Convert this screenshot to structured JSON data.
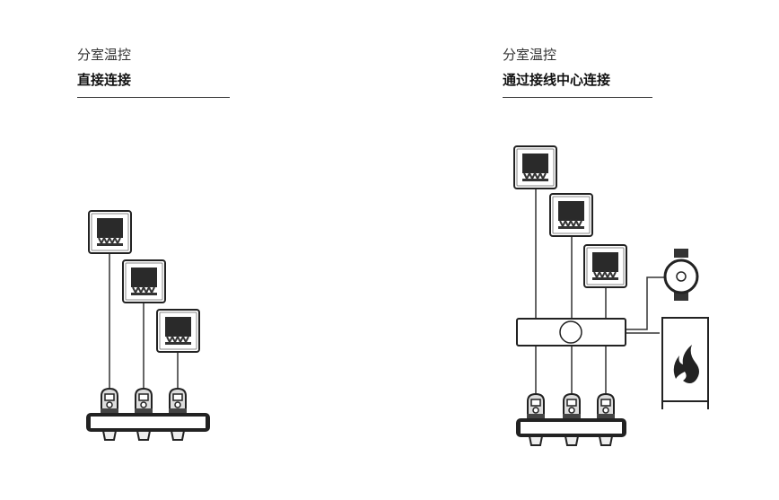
{
  "left_panel": {
    "subtitle": "分室温控",
    "title": "直接连接",
    "thermostat_count": 3,
    "zone_count": 3
  },
  "right_panel": {
    "subtitle": "分室温控",
    "title": "通过接线中心连接",
    "thermostat_count": 3,
    "zone_count": 3
  },
  "icons": [
    "thermostat-icon",
    "actuator-icon",
    "manifold-icon",
    "wiring-center-icon",
    "pump-icon",
    "boiler-flame-icon"
  ]
}
